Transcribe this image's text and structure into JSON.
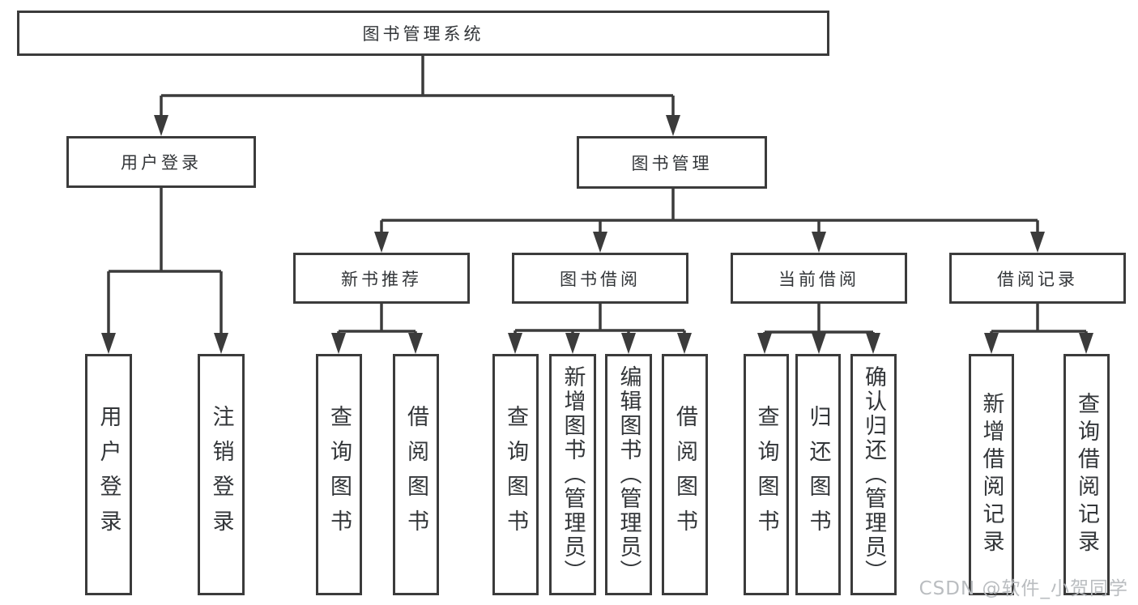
{
  "diagram": {
    "watermark": "CSDN @软件_小贺同学",
    "colors": {
      "line": "#3b3b3b",
      "text": "#333639",
      "background": "#ffffff",
      "watermark": "#babdc0"
    },
    "tree": {
      "root": {
        "label": "图书管理系统",
        "children": [
          {
            "label": "用户登录",
            "children": [
              {
                "label": "用户登录"
              },
              {
                "label": "注销登录"
              }
            ]
          },
          {
            "label": "图书管理",
            "children": [
              {
                "label": "新书推荐",
                "children": [
                  {
                    "label": "查询图书"
                  },
                  {
                    "label": "借阅图书"
                  }
                ]
              },
              {
                "label": "图书借阅",
                "children": [
                  {
                    "label": "查询图书"
                  },
                  {
                    "label": "新增图书（管理员）"
                  },
                  {
                    "label": "编辑图书（管理员）"
                  },
                  {
                    "label": "借阅图书"
                  }
                ]
              },
              {
                "label": "当前借阅",
                "children": [
                  {
                    "label": "查询图书"
                  },
                  {
                    "label": "归还图书"
                  },
                  {
                    "label": "确认归还（管理员）"
                  }
                ]
              },
              {
                "label": "借阅记录",
                "children": [
                  {
                    "label": "新增借阅记录"
                  },
                  {
                    "label": "查询借阅记录"
                  }
                ]
              }
            ]
          }
        ]
      }
    }
  }
}
